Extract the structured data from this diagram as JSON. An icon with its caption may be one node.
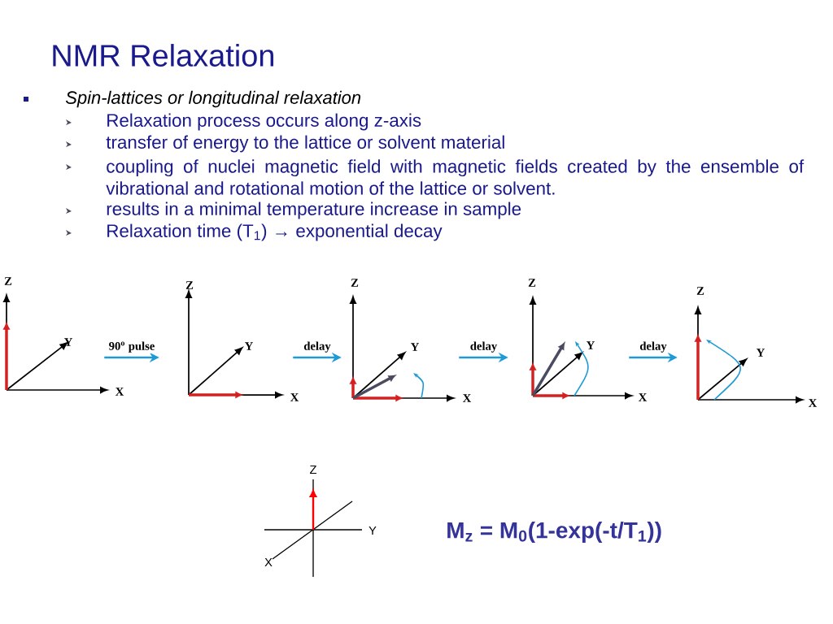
{
  "diagram": {
    "title": "NMR Relaxation",
    "nodes": [
      {
        "text": [
          "Z",
          "Y",
          "X"
        ]
      },
      {
        "text": [
          "Z",
          "Y",
          "X"
        ]
      },
      {
        "text": [
          "Z",
          "Y",
          "X"
        ]
      },
      {
        "text": [
          "Z",
          "Y",
          "X"
        ]
      },
      {
        "text": [
          "Z",
          "Y",
          "X"
        ]
      }
    ],
    "edges": [
      {
        "from": 0,
        "to": 1,
        "arrow": "to",
        "label": "90$^{o}$ pulse"
      },
      {
        "from": 1,
        "to": 2,
        "arrow": "to",
        "label": "delay"
      },
      {
        "from": 2,
        "to": 3,
        "arrow": "to",
        "label": "delay"
      },
      {
        "from": 3,
        "to": 4,
        "arrow": "to",
        "label": "delay"
      }
    ],
    "labels": [
      "Spin-lattices or longitudinal relaxation",
      "Relaxation process occurs along z-axis",
      "transfer of energy to the lattice or solvent material",
      "coupling of nuclei magnetic field with magnetic fields created by the ensemble of vibrational and rotational motion of the lattice or solvent.",
      "results in a minimal temperature increase in sample",
      "Relaxation time (T$_{1}$) → exponential decay",
      "Z",
      "Y",
      "X",
      "M$_{z}$ = M$_{0}$(1-exp(-t/T$_{1}$))"
    ]
  }
}
